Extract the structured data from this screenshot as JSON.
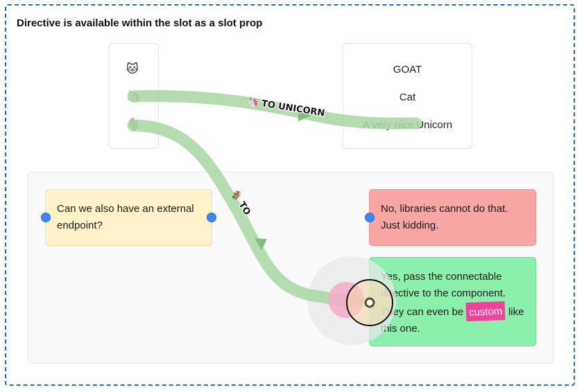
{
  "title": "Directive is available within the slot as a slot prop",
  "emojis": [
    {
      "char": "🐱",
      "label": "cat"
    },
    {
      "char": "🦄",
      "label": "unicorn"
    },
    {
      "char": "🐐",
      "label": "goat"
    }
  ],
  "names": [
    "GOAT",
    "Cat",
    "A very nice Unicorn"
  ],
  "connections": [
    {
      "label": "🦄 TO UNICORN",
      "from": "unicorn",
      "to": "A very nice Unicorn"
    },
    {
      "label": "🐐 TO",
      "from": "goat",
      "to": "custom"
    }
  ],
  "notes": {
    "question": "Can we also have an external endpoint?",
    "no": "No, libraries cannot do that. Just kidding.",
    "yes_before": "Yes, pass the connectable directive to the component. They can even be",
    "custom": "custom",
    "yes_after": "like this one."
  },
  "colors": {
    "connector": "#a9d7a4",
    "arrow": "#7cc07a",
    "endpoint": "#3b87f7",
    "question_note": "#fef3c8",
    "no_note": "#f8a6a4",
    "yes_note": "#8af0ab",
    "custom_tag": "#f0419b",
    "frame_border": "#1a6fd6"
  }
}
